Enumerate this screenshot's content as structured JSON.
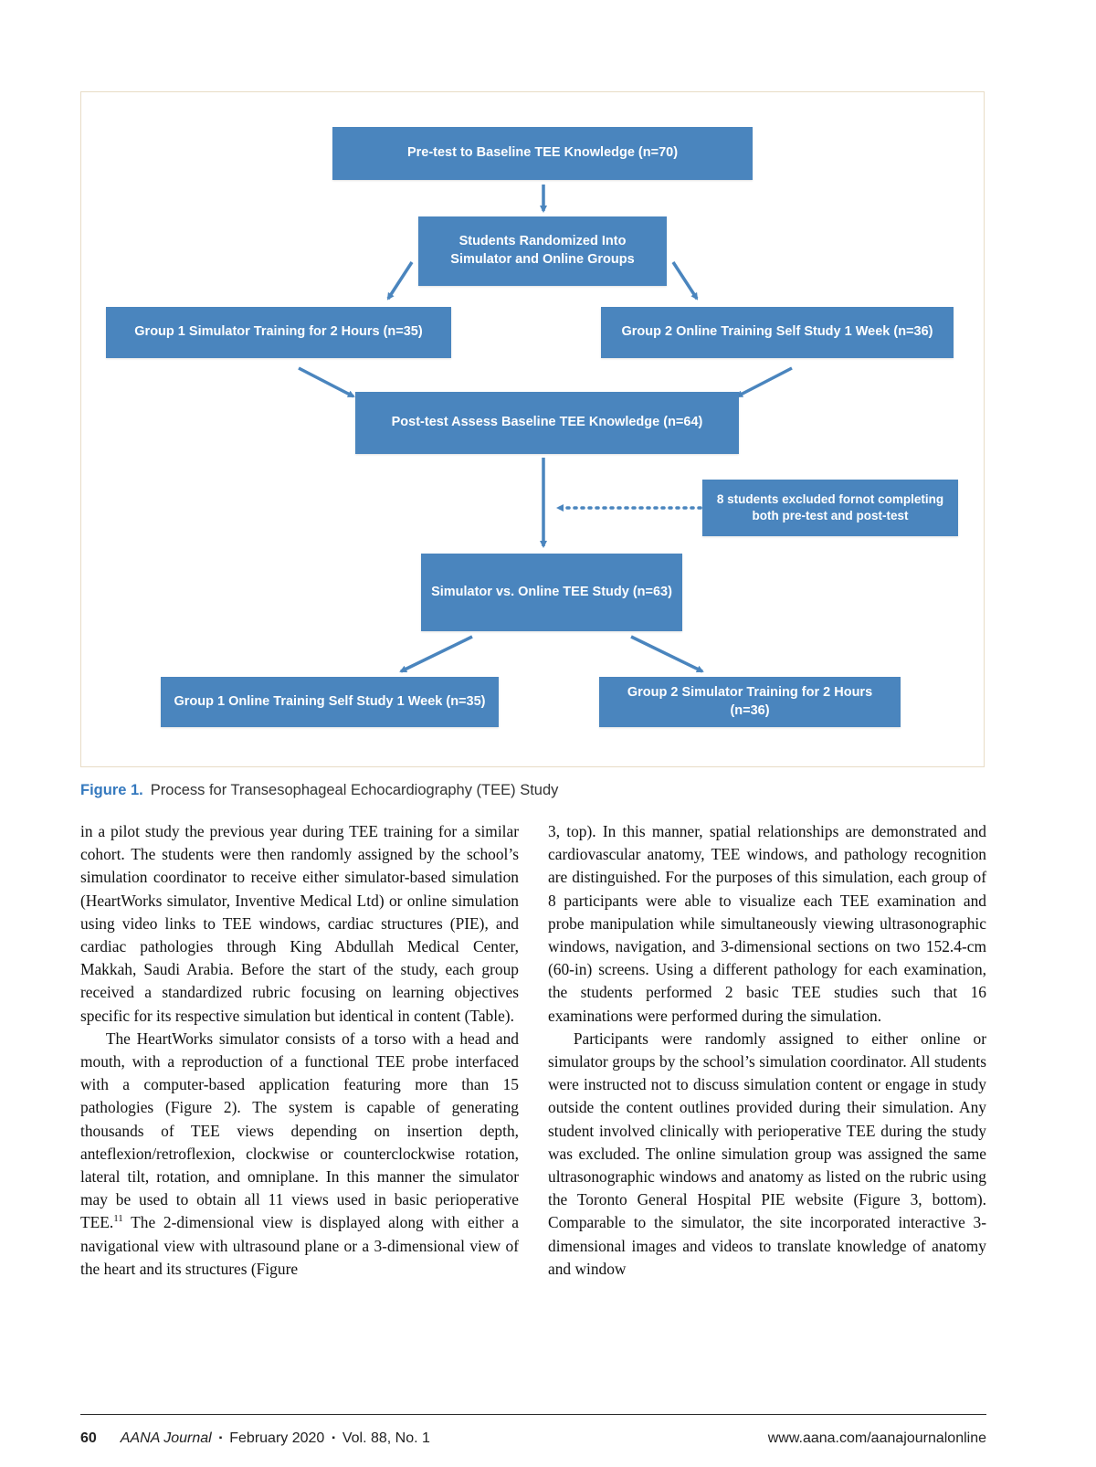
{
  "figure": {
    "caption_label": "Figure 1.",
    "caption_text": "Process for Transesophageal Echocardiography (TEE) Study",
    "colors": {
      "box_blue": "#4a85be",
      "border_tan": "#e8dcc6"
    },
    "boxes": {
      "pretest": "Pre-test to Baseline TEE Knowledge (n=70)",
      "randomized": "Students Randomized Into Simulator and Online Groups",
      "group1_sim": "Group 1 Simulator Training for 2 Hours (n=35)",
      "group2_online": "Group 2 Online Training Self Study 1 Week (n=36)",
      "posttest": "Post-test Assess Baseline TEE Knowledge (n=64)",
      "excluded": "8 students excluded fornot completing both pre-test and post-test",
      "study": "Simulator vs. Online TEE Study (n=63)",
      "group1_online": "Group 1 Online Training Self Study 1 Week (n=35)",
      "group2_sim": "Group 2 Simulator Training for 2 Hours (n=36)"
    }
  },
  "body": {
    "left": {
      "para1": "in a pilot study the previous year during TEE training for a similar cohort. The students were then randomly assigned by the school’s simulation coordinator to receive either simulator-based simulation (HeartWorks simulator, Inventive Medical Ltd) or online simulation using video links to TEE windows, cardiac structures (PIE), and cardiac pathologies through King Abdullah Medical Center, Makkah, Saudi Arabia. Before the start of the study, each group received a standardized rubric focusing on learning objectives specific for its respective simulation but identical in content (Table).",
      "para2_a": "The HeartWorks simulator consists of a torso with a head and mouth, with a reproduction of a functional TEE probe interfaced with a computer-based application featuring more than 15 pathologies (Figure 2). The system is capable of generating thousands of TEE views depending on insertion depth, anteflexion/retroflexion, clockwise or counterclockwise rotation, lateral tilt, rotation, and omniplane. In this manner the simulator may be used to obtain all 11 views used in basic perioperative TEE.",
      "para2_sup": "11",
      "para2_b": " The 2-dimensional view is displayed along with either a navigational view with ultrasound plane or a 3-dimensional view of the heart and its structures (Figure"
    },
    "right": {
      "para1": "3, top). In this manner, spatial relationships are demonstrated and cardiovascular anatomy, TEE windows, and pathology recognition are distinguished. For the purposes of this simulation, each group of 8 participants were able to visualize each TEE examination and probe manipulation while simultaneously viewing ultrasonographic windows, navigation, and 3-dimensional sections on two 152.4-cm (60-in) screens. Using a different pathology for each examination, the students performed 2 basic TEE studies such that 16 examinations were performed during the simulation.",
      "para2": "Participants were randomly assigned to either online or simulator groups by the school’s simulation coordinator. All students were instructed not to discuss simulation content or engage in study outside the content outlines provided during their simulation. Any student involved clinically with perioperative TEE during the study was excluded. The online simulation group was assigned the same ultrasonographic windows and anatomy as listed on the rubric using the Toronto General Hospital PIE website (Figure 3, bottom). Comparable to the simulator, the site incorporated interactive 3-dimensional images and videos to translate knowledge of anatomy and window"
    }
  },
  "footer": {
    "page_number": "60",
    "journal": "AANA Journal",
    "sep": "▪",
    "issue": "February 2020",
    "volume": "Vol. 88, No. 1",
    "url": "www.aana.com/aanajournalonline"
  }
}
